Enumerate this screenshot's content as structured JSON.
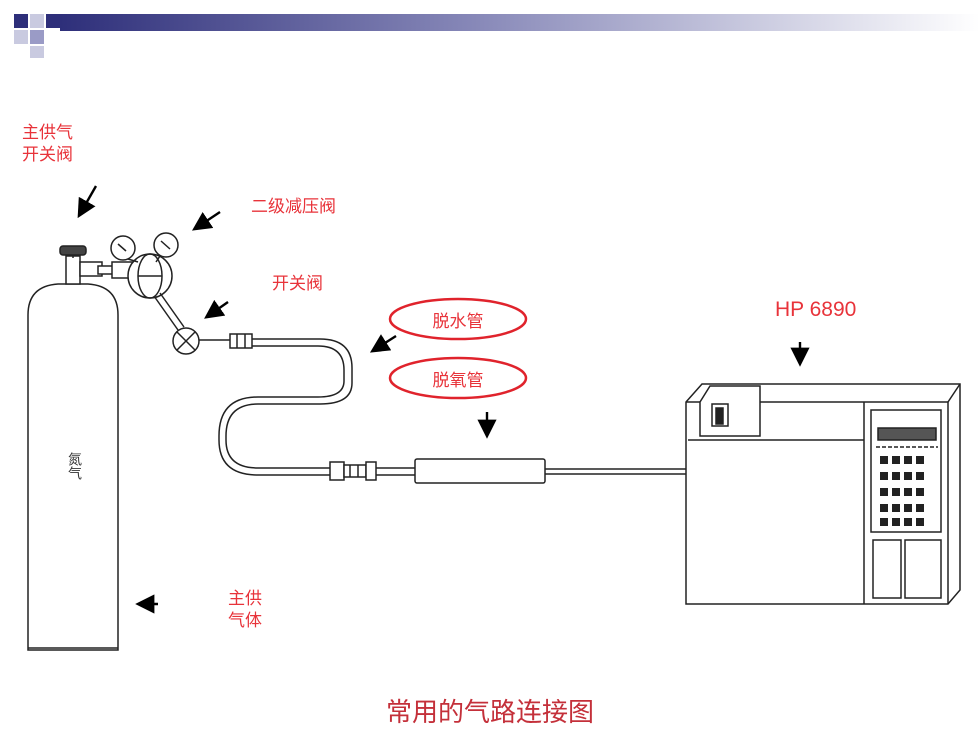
{
  "labels": {
    "main_valve": "主供气\n开关阀",
    "secondary_regulator": "二级减压阀",
    "switch_valve": "开关阀",
    "dehydration_tube": "脱水管",
    "deoxygenation_tube": "脱氧管",
    "instrument": "HP 6890",
    "main_gas": "主供\n气体",
    "cylinder_gas": "氮气"
  },
  "caption": "常用的气路连接图",
  "colors": {
    "label": "#e8333a",
    "header_dark": "#2e2f7a",
    "ellipse": "#e0232c"
  }
}
